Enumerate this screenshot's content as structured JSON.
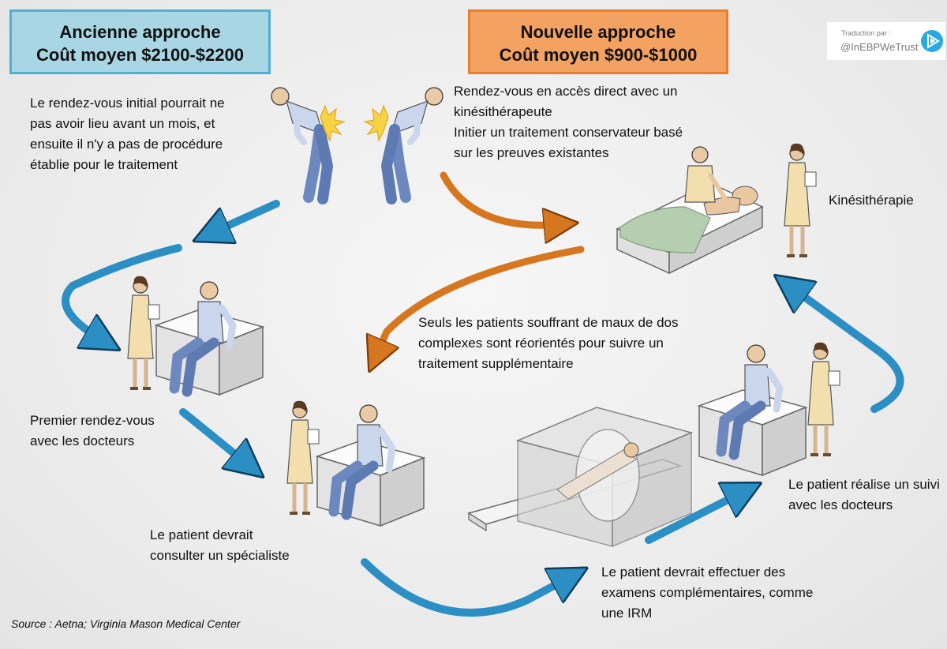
{
  "old_approach": {
    "title": "Ancienne approche",
    "cost": "Coût moyen $2100-$2200",
    "note": [
      "Le rendez-vous initial pourrait ne",
      "pas avoir lieu avant un mois, et",
      "ensuite il n'y a pas de procédure",
      "établie pour le traitement"
    ]
  },
  "new_approach": {
    "title": "Nouvelle approche",
    "cost": "Coût moyen $900-$1000",
    "note": [
      "Rendez-vous en accès direct avec un",
      "kinésithérapeute",
      "Initier un traitement conservateur basé",
      "sur les preuves existantes"
    ]
  },
  "steps": {
    "physio": "Kinésithérapie",
    "complex_cases": [
      "Seuls les patients souffrant de maux de dos",
      "complexes sont réorientés pour suivre un",
      "traitement supplémentaire"
    ],
    "first_visit": [
      "Premier rendez-vous",
      "avec les docteurs"
    ],
    "specialist": [
      "Le patient devrait",
      "consulter un spécialiste"
    ],
    "exams": [
      "Le patient devrait effectuer des",
      "examens complémentaires, comme",
      "une IRM"
    ],
    "followup": [
      "Le patient réalise un suivi",
      "avec les docteurs"
    ]
  },
  "badge": {
    "label": "Traduction par :",
    "handle": "@InEBPWeTrust"
  },
  "source": "Source : Aetna; Virginia Mason Medical Center",
  "colors": {
    "old_accent": "#4fb0cf",
    "old_fill": "#a9d6e4",
    "new_accent": "#e87d2f",
    "new_fill": "#f4a261",
    "blue_arrow": "#2b8fc4",
    "orange_arrow": "#d6761f"
  }
}
